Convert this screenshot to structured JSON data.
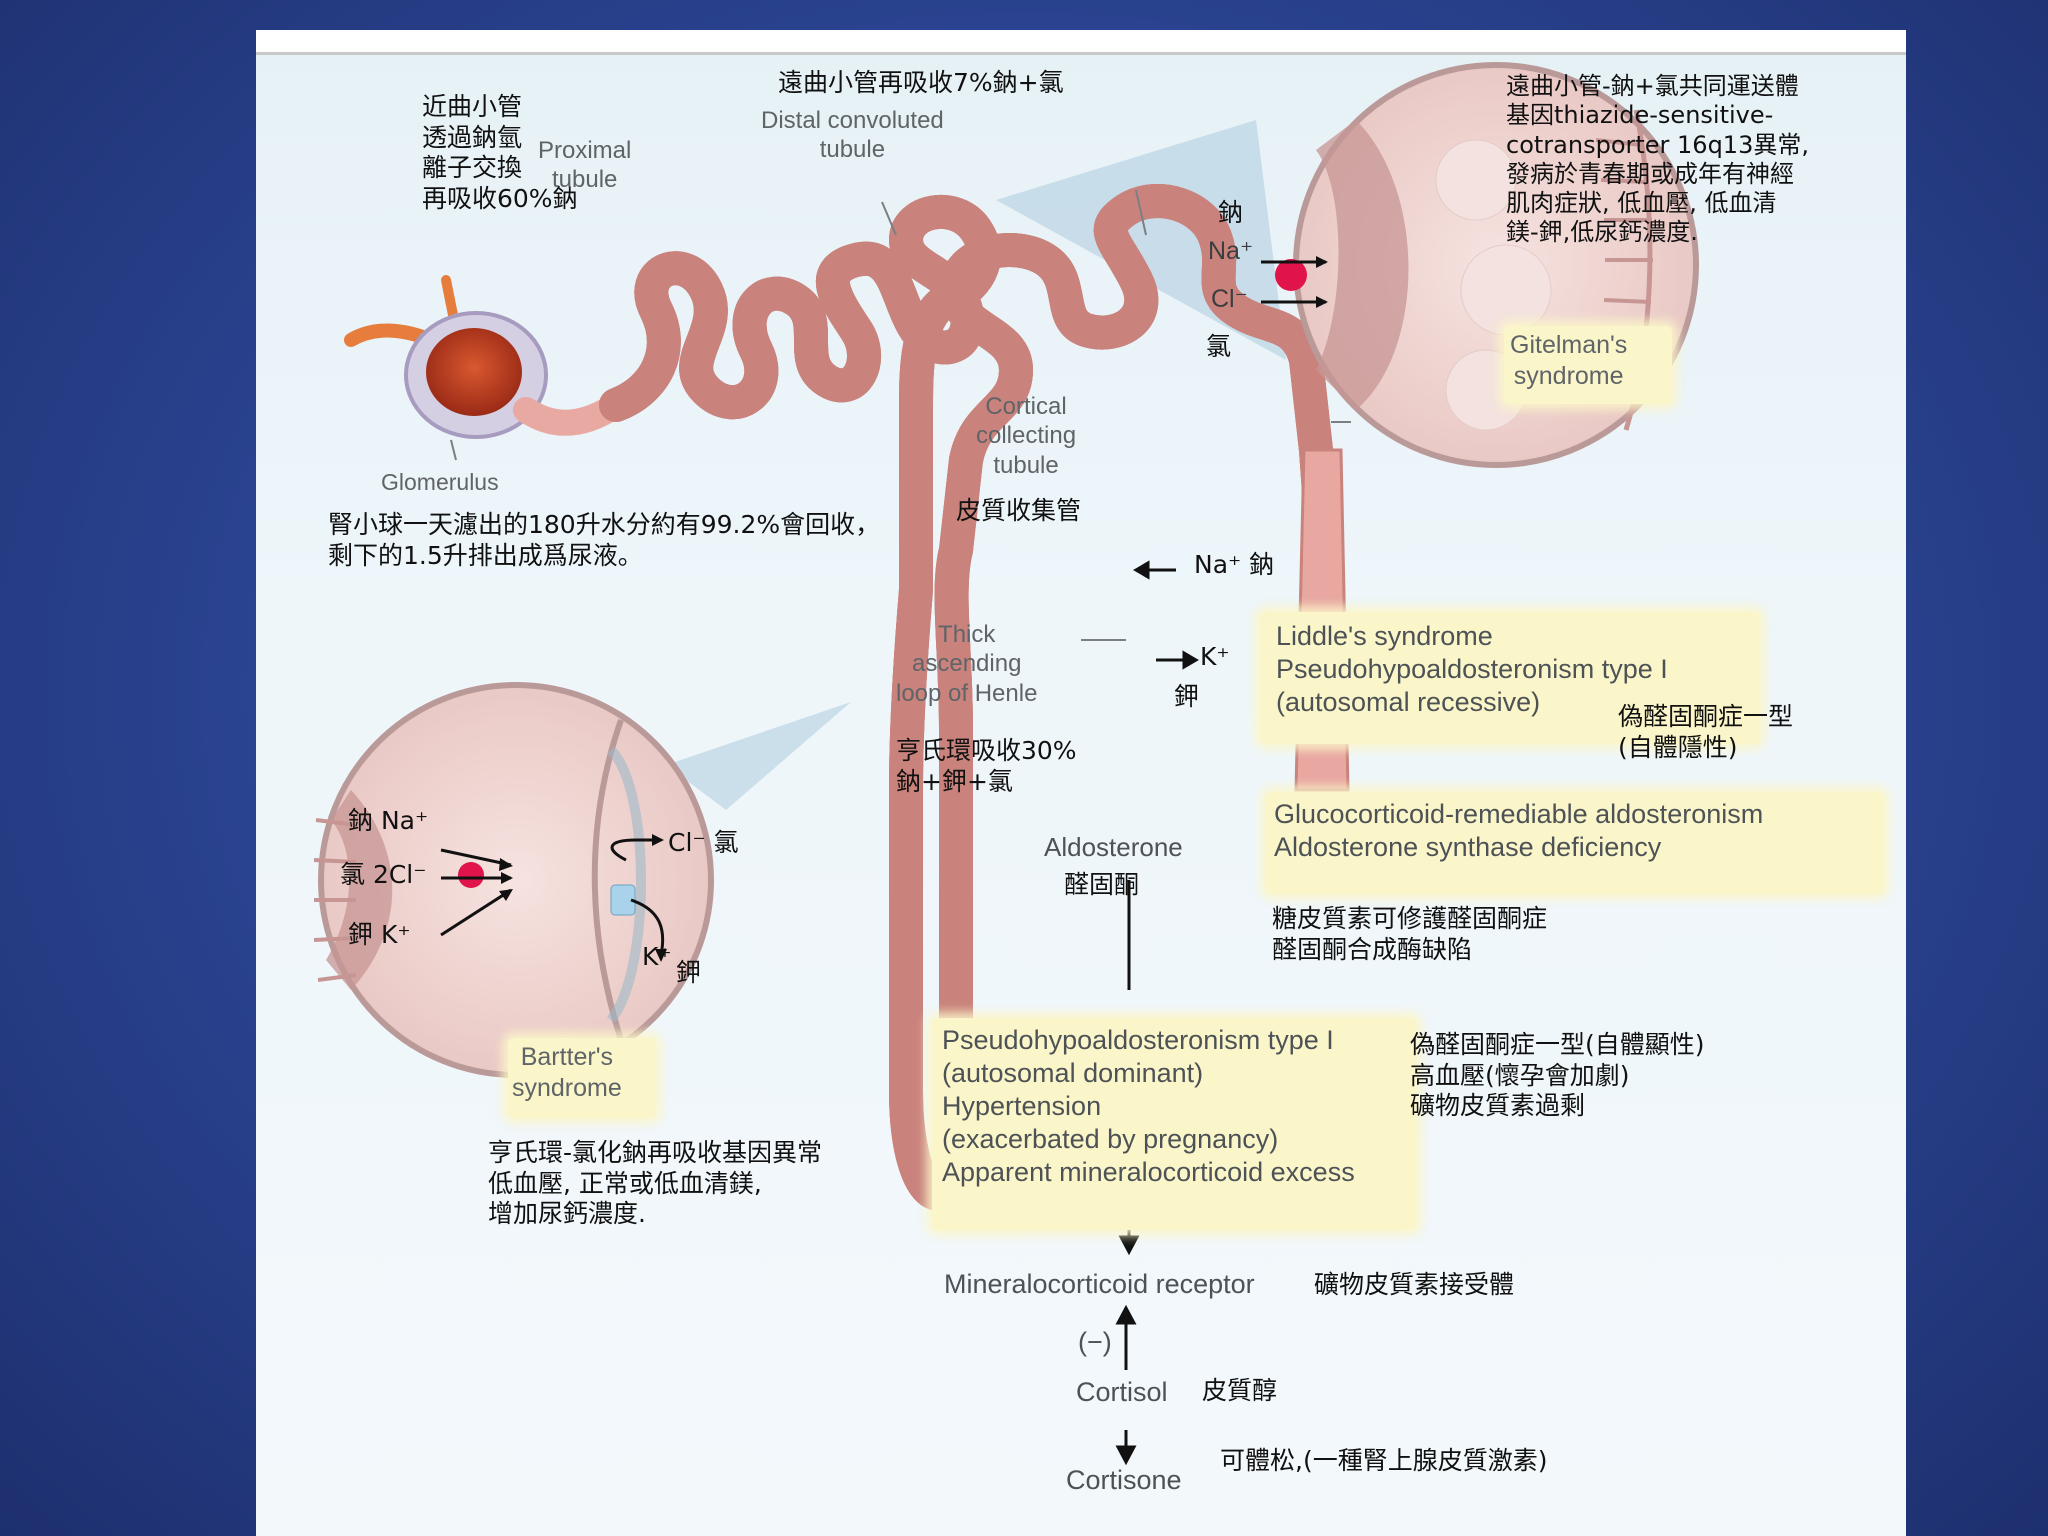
{
  "annotations": {
    "proximal_zh": "近曲小管\n透過鈉氫\n離子交換\n再吸收60%鈉",
    "proximal_en": "Proximal\ntubule",
    "distal_zh": "遠曲小管再吸收7%鈉+氯",
    "distal_en": "Distal convoluted\ntubule",
    "glomerulus_en": "Glomerulus",
    "glomerulus_zh": "腎小球一天濾出的180升水分約有99.2%會回收，\n剩下的1.5升排出成爲尿液。",
    "cortical_en": "Cortical\ncollecting\ntubule",
    "cortical_zh": "皮質收集管",
    "na_label": "Na⁺ 鈉",
    "k_label": "K⁺",
    "k_zh": "鉀",
    "thick_en": "Thick\nascending\nloop of Henle",
    "henle_zh": "亨氏環吸收30%\n鈉+鉀+氯",
    "gitelman_zh": "遠曲小管-鈉+氯共同運送體\n基因thiazide-sensitive-\ncotransporter 16q13異常,\n發病於青春期或成年有神經\n肌肉症狀, 低血壓, 低血清\n鎂-鉀,低尿鈣濃度.",
    "gitelman_en": "Gitelman's\nsyndrome",
    "bartter_en": "Bartter's\nsyndrome",
    "bartter_zh": "亨氏環-氯化鈉再吸收基因異常\n低血壓, 正常或低血清鎂,\n增加尿鈣濃度.",
    "liddle_en": "Liddle's syndrome\nPseudohypoaldosteronism type I\n   (autosomal recessive)",
    "liddle_zh": "偽醛固酮症一型\n(自體隱性)",
    "aldosterone_en": "Aldosterone",
    "aldosterone_zh": "醛固酮",
    "gra_en": "Glucocorticoid-remediable aldosteronism\nAldosterone synthase deficiency",
    "gra_zh": "糖皮質素可修護醛固酮症\n醛固酮合成酶缺陷",
    "pha_en": "Pseudohypoaldosteronism type I\n   (autosomal dominant)\nHypertension\n   (exacerbated by pregnancy)\nApparent mineralocorticoid excess",
    "pha_zh": "偽醛固酮症一型(自體顯性)\n高血壓(懷孕會加劇)\n礦物皮質素過剩",
    "mr_en": "Mineralocorticoid receptor",
    "mr_zh": "礦物皮質素接受體",
    "inhibit": "(−)",
    "cortisol_en": "Cortisol",
    "cortisol_zh": "皮質醇",
    "cortisone_en": "Cortisone",
    "cortisone_zh": "可體松,(一種腎上腺皮質激素)"
  },
  "gitelman_cell": {
    "na_zh": "鈉",
    "na": "Na⁺",
    "cl": "Cl⁻",
    "cl_zh": "氯"
  },
  "bartter_cell": {
    "na": "鈉 Na⁺",
    "cl": "氯 2Cl⁻",
    "k": "鉀 K⁺",
    "cl_out": "Cl⁻ 氯",
    "k_out": "K⁺",
    "k_out_zh": "鉀"
  },
  "colors": {
    "tubule": "#e9a9a3",
    "tubule_edge": "#c9837c",
    "note_fill": "#fbf6c9",
    "marker": "#e0144a",
    "background": "#2a4390"
  }
}
